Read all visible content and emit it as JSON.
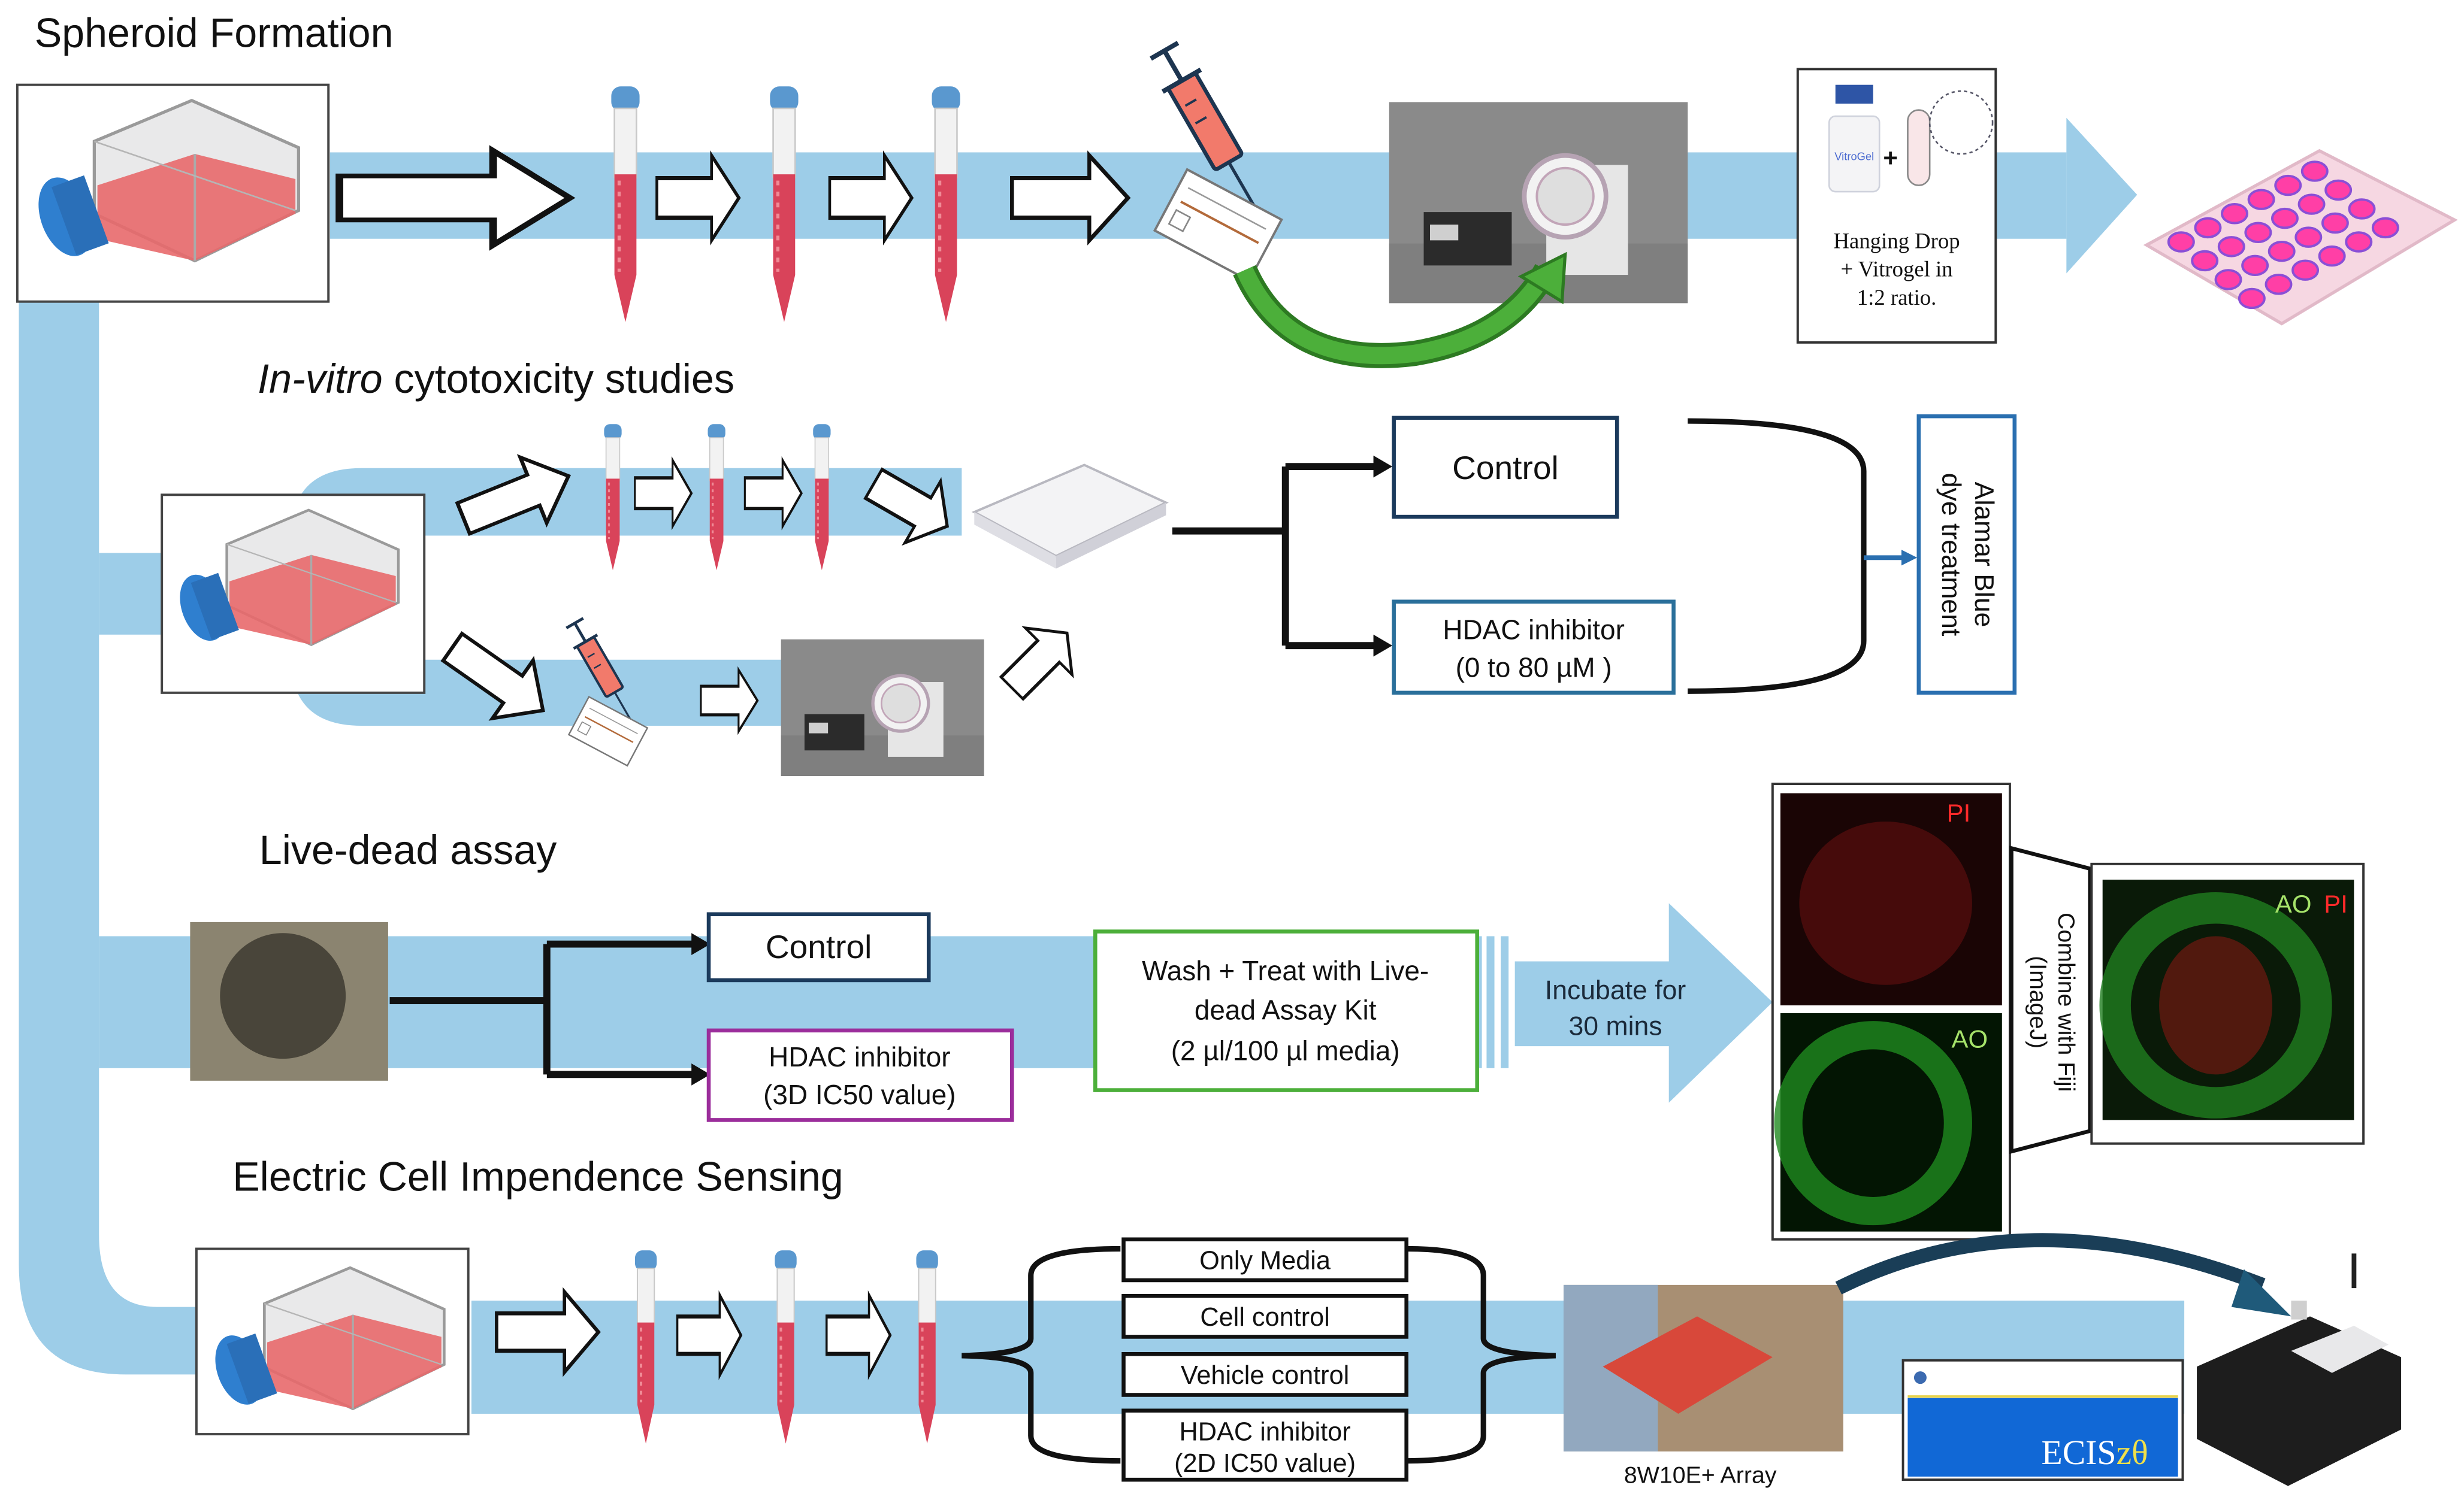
{
  "figure": {
    "sections": {
      "spheroid": {
        "title": "Spheroid Formation",
        "hanging_drop_box": {
          "vial_label": "VitroGel",
          "plus_sign": "+",
          "caption_lines": [
            "Hanging Drop",
            "+ Vitrogel in",
            "1:2 ratio."
          ]
        }
      },
      "cytotoxicity": {
        "title_italic": "In-vitro",
        "title_rest": " cytotoxicity studies",
        "control_label": "Control",
        "treatment_lines": [
          "HDAC inhibitor",
          "(0 to 80 µM )"
        ],
        "endpoint_lines": [
          "Alamar Blue",
          "dye treatment"
        ]
      },
      "live_dead": {
        "title": "Live-dead assay",
        "control_label": "Control",
        "treatment_lines": [
          "HDAC inhibitor",
          "(3D IC50 value)"
        ],
        "wash_lines": [
          "Wash + Treat with Live-",
          "dead Assay Kit",
          "(2 µl/100 µl media)"
        ],
        "incubate_lines": [
          "Incubate for",
          "30 mins"
        ],
        "combine_lines": [
          "Combine with Fiji",
          "(ImageJ)"
        ],
        "stain_labels": {
          "pi": "PI",
          "ao": "AO",
          "merged_ao": "AO",
          "merged_pi": "PI"
        }
      },
      "ecis": {
        "title": "Electric Cell Impendence Sensing",
        "groups": [
          {
            "lines": [
              "Only Media"
            ]
          },
          {
            "lines": [
              "Cell control"
            ]
          },
          {
            "lines": [
              "Vehicle control"
            ]
          },
          {
            "lines": [
              "HDAC inhibitor",
              "(2D IC50 value)"
            ]
          }
        ],
        "array_caption": "8W10E+ Array",
        "software_brand": "ECIS",
        "software_suffix": "zθ"
      }
    },
    "colors": {
      "band": "#9dcde8",
      "flask_media": "#e8696b",
      "cap_blue": "#2f7fcf",
      "tube_media": "#d9435a",
      "green_arrow": "#4caf3a",
      "navy_arrow": "#1f4e6e",
      "control_border": "#1b3a5c",
      "hdac_border_cyto": "#2a6f9a",
      "hdac_border_livedead": "#9b2d9b",
      "wash_border": "#4caf3a",
      "pi_label": "#ff2a2a",
      "ao_label": "#a6e36a"
    }
  }
}
